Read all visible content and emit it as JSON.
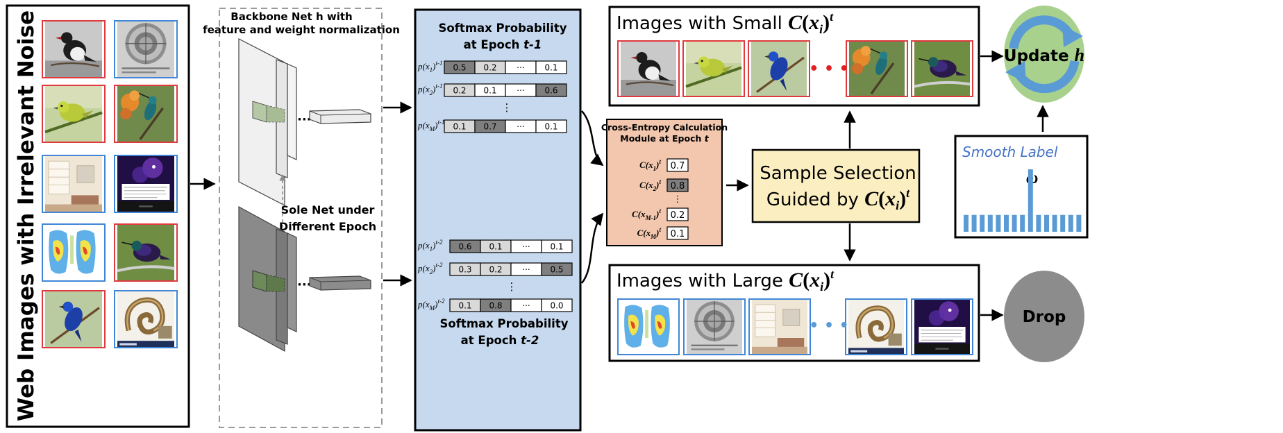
{
  "web_images": {
    "title": "Web Images with Irrelevant Noise",
    "thumbs": [
      {
        "subject": "bird-black-white",
        "clean": true
      },
      {
        "subject": "dial-gauge",
        "clean": false
      },
      {
        "subject": "bird-yellow-green",
        "clean": true
      },
      {
        "subject": "hummingbird-orange",
        "clean": true
      },
      {
        "subject": "room-interior",
        "clean": false
      },
      {
        "subject": "purple-nebula",
        "clean": false
      },
      {
        "subject": "heat-map",
        "clean": false
      },
      {
        "subject": "hummingbird-violet",
        "clean": true
      },
      {
        "subject": "bird-blue",
        "clean": true
      },
      {
        "subject": "ornament-stamp",
        "clean": false
      }
    ]
  },
  "backbone": {
    "title_line1": "Backbone Net h with",
    "title_line2": "feature and weight normalization",
    "sole_net_line1": "Sole Net under",
    "sole_net_line2": "Different Epoch",
    "dots": "···"
  },
  "softmax": {
    "top_title_line1": "Softmax Probability",
    "top_title_line2": "at Epoch t-1",
    "bottom_title_line1": "Softmax Probability",
    "bottom_title_line2": "at Epoch t-2",
    "vdots": "⋮",
    "rows_top": [
      {
        "label": "p(x1)t-1",
        "cells": [
          "0.5",
          "0.2",
          "···",
          "0.1"
        ],
        "shade": [
          "dark",
          "light",
          "white",
          "white"
        ]
      },
      {
        "label": "p(x2)t-1",
        "cells": [
          "0.2",
          "0.1",
          "···",
          "0.6"
        ],
        "shade": [
          "light",
          "white",
          "white",
          "dark"
        ]
      },
      {
        "label": "p(xM)t-1",
        "cells": [
          "0.1",
          "0.7",
          "···",
          "0.1"
        ],
        "shade": [
          "light",
          "dark",
          "white",
          "white"
        ]
      }
    ],
    "rows_bottom": [
      {
        "label": "p(x1)t-2",
        "cells": [
          "0.6",
          "0.1",
          "···",
          "0.1"
        ],
        "shade": [
          "dark",
          "light",
          "white",
          "white"
        ]
      },
      {
        "label": "p(x2)t-2",
        "cells": [
          "0.3",
          "0.2",
          "···",
          "0.5"
        ],
        "shade": [
          "light",
          "light",
          "white",
          "dark"
        ]
      },
      {
        "label": "p(xM)t-2",
        "cells": [
          "0.1",
          "0.8",
          "···",
          "0.0"
        ],
        "shade": [
          "light",
          "dark",
          "white",
          "white"
        ]
      }
    ]
  },
  "cross_entropy": {
    "title_line1": "Cross-Entropy Calculation",
    "title_line2": "Module at Epoch t",
    "vdots": "⋮",
    "entries": [
      {
        "label": "C(x1)t",
        "value": "0.7"
      },
      {
        "label": "C(x2)t",
        "value": "0.8"
      },
      {
        "label": "C(xM-1)t",
        "value": "0.2"
      },
      {
        "label": "C(xM)t",
        "value": "0.1"
      }
    ]
  },
  "selection": {
    "line1": "Sample Selection",
    "line2_prefix": "Guided by ",
    "line2_math": "C(xi)t"
  },
  "small_loss": {
    "title_prefix": "Images with Small ",
    "title_math": "C(xi)t",
    "dots": "• • •"
  },
  "large_loss": {
    "title_prefix": "Images with Large ",
    "title_math": "C(xi)t",
    "dots": "• • •"
  },
  "update": {
    "label_prefix": "Update ",
    "label_var": "h"
  },
  "drop": {
    "label": "Drop"
  },
  "smooth_label": {
    "title": "Smooth Label",
    "omega": "ω",
    "bars": [
      0.27,
      0.27,
      0.27,
      0.27,
      0.27,
      0.27,
      0.27,
      0.27,
      1.0,
      0.27,
      0.27,
      0.27,
      0.27,
      0.27,
      0.27
    ]
  },
  "colors": {
    "softmax_panel": "#c6d9ef",
    "cross_entropy_panel": "#f2c7ae",
    "selection_panel": "#fbeec1",
    "update_circle": "#a9d18e",
    "update_arrows": "#5b9bd5",
    "drop_circle": "#8c8c8c",
    "smooth_bars": "#5b9bd5",
    "dark_cell": "#7f7f7f",
    "light_cell": "#d9d9d9",
    "red_dots": "#e02020",
    "blue_dots": "#5b9bd5",
    "clean_frame": "#e0393e",
    "noisy_frame": "#3f87d6"
  }
}
